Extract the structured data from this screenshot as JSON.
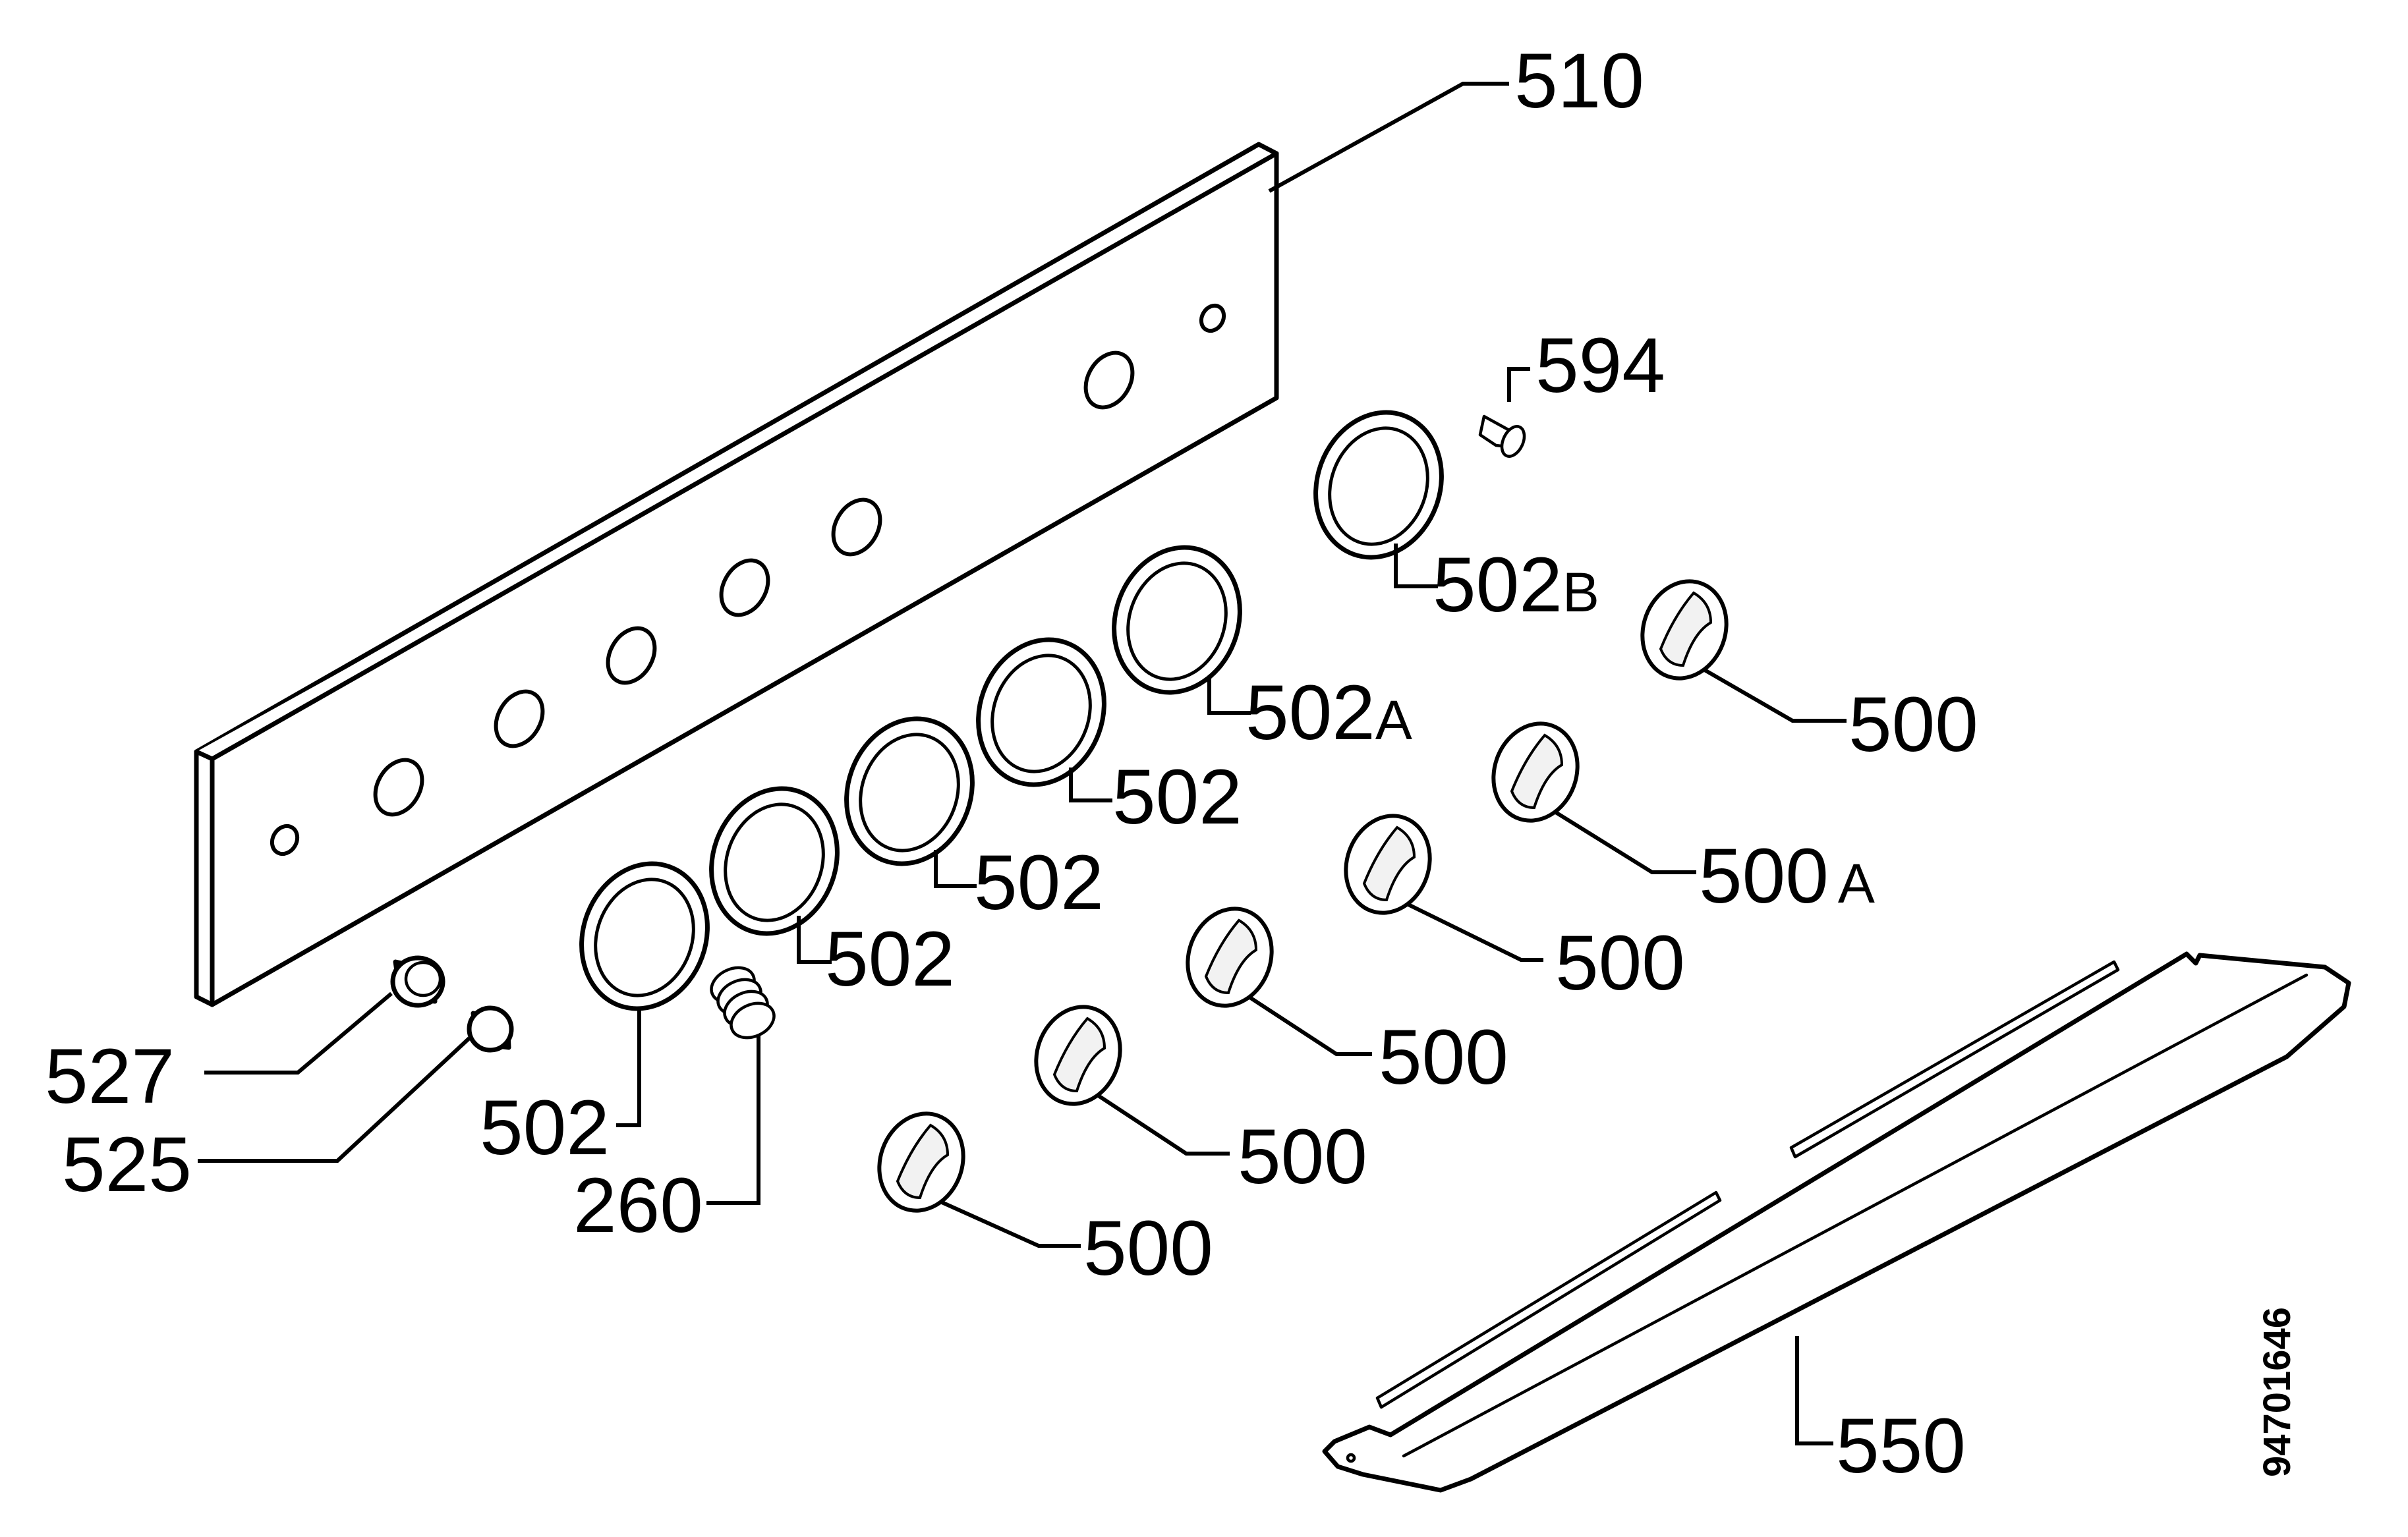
{
  "callouts": {
    "panel": "510",
    "screw": "594",
    "ring_b_num": "502",
    "ring_b_suffix": "B",
    "ring_a_num": "502",
    "ring_a_suffix": "A",
    "ring_4": "502",
    "ring_3": "502",
    "ring_2": "502",
    "ring_1": "502",
    "knob_6": "500",
    "knob_5_num": "500",
    "knob_5_suffix": "A",
    "knob_4": "500",
    "knob_3": "500",
    "knob_2": "500",
    "knob_1": "500",
    "lamp_a": "527",
    "lamp_b": "525",
    "spring": "260",
    "trim": "550"
  },
  "drawing_number": "94701646"
}
